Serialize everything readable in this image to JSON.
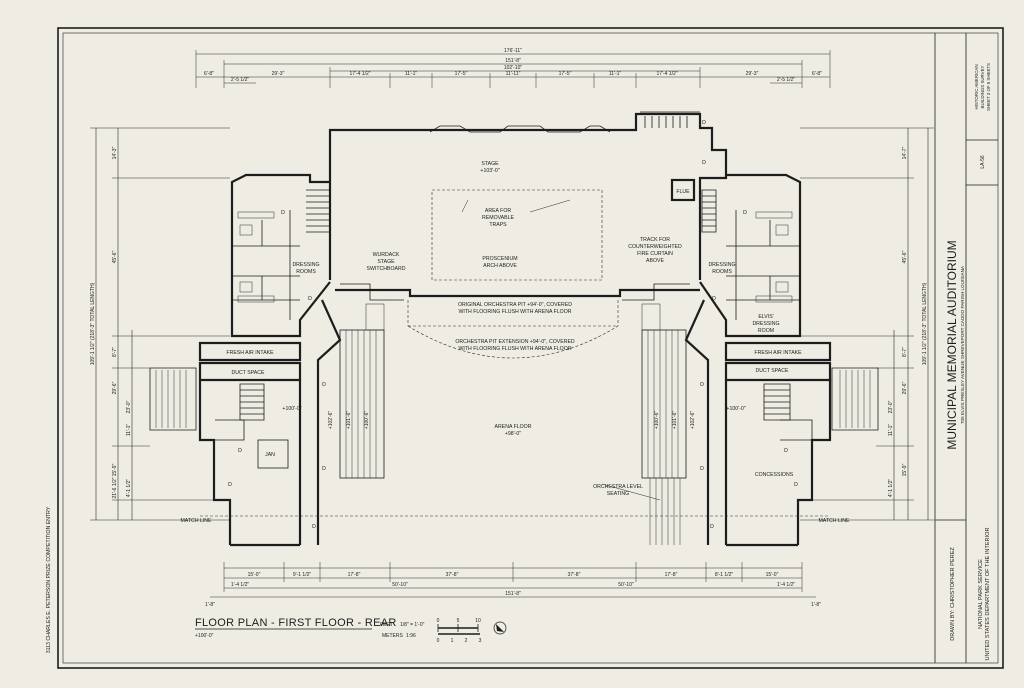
{
  "sheet": {
    "side_credit": "3113 CHARLES E. PETERSON PRIZE COMPETITION ENTRY",
    "drawing_title": "FLOOR PLAN - FIRST FLOOR - REAR",
    "elevation_note": "+100'-0\"",
    "scale": {
      "feet_label": "FEET",
      "feet_ratio": "1/8\" = 1'-0\"",
      "meters_label": "METERS",
      "meters_ratio": "1:96",
      "feet_ticks": [
        "0",
        "5",
        "10"
      ],
      "meters_ticks": [
        "0",
        "1",
        "2",
        "3"
      ]
    }
  },
  "title_block": {
    "project_title": "MUNICIPAL MEMORIAL AUDITORIUM",
    "address": "705 ELVIS PRESLEY AVENUE   SHREVEPORT   CADDO PARISH   LOUISIANA",
    "drawn_by": "DRAWN BY: CHRISTOPHER PEREZ",
    "agency_1": "NATIONAL PARK SERVICE",
    "agency_2": "UNITED STATES DEPARTMENT OF THE INTERIOR",
    "series_1": "HISTORIC AMERICAN",
    "series_2": "BUILDINGS SURVEY",
    "sheet_no": "SHEET 3 OF 5 SHEETS",
    "survey_no": "LA-56"
  },
  "rooms": {
    "stage": "STAGE",
    "stage_elev": "+103'-0\"",
    "traps_1": "AREA FOR",
    "traps_2": "REMOVABLE",
    "traps_3": "TRAPS",
    "switchboard_1": "WURDACK",
    "switchboard_2": "STAGE",
    "switchboard_3": "SWITCHBOARD",
    "proscenium_1": "PROSCENIUM",
    "proscenium_2": "ARCH ABOVE",
    "track_1": "TRACK FOR",
    "track_2": "COUNTERWEIGHTED",
    "track_3": "FIRE CURTAIN",
    "track_4": "ABOVE",
    "flue": "FLUE",
    "dressing_l_1": "DRESSING",
    "dressing_l_2": "ROOMS",
    "dressing_r_1": "DRESSING",
    "dressing_r_2": "ROOMS",
    "elvis_1": "ELVIS'",
    "elvis_2": "DRESSING",
    "elvis_3": "ROOM",
    "pit_orig_1": "ORIGINAL ORCHESTRA PIT +94'-0\", COVERED",
    "pit_orig_2": "WITH FLOORING FLUSH WITH ARENA FLOOR",
    "pit_ext_1": "ORCHESTRA PIT EXTENSION +94'-0\", COVERED",
    "pit_ext_2": "WITH FLOORING FLUSH WITH ARENA FLOOR",
    "fresh_air_l": "FRESH AIR INTAKE",
    "fresh_air_r": "FRESH AIR INTAKE",
    "duct_l": "DUCT SPACE",
    "duct_r": "DUCT SPACE",
    "arena_1": "ARENA FLOOR",
    "arena_2": "+98'-0\"",
    "elev_l": "+100'-0\"",
    "elev_r": "+100'-0\"",
    "jan": "JAN",
    "concessions": "CONCESSIONS",
    "orch_seat_1": "ORCHESTRA LEVEL",
    "orch_seat_2": "SEATING",
    "match_l": "MATCH LINE",
    "match_r": "MATCH LINE",
    "door_labels": [
      "D",
      "D",
      "D",
      "D",
      "D",
      "D",
      "D",
      "D",
      "D",
      "D",
      "D",
      "D",
      "D",
      "D",
      "D",
      "D"
    ],
    "tier_elevs": [
      "+102'-6\"",
      "+101'-6\"",
      "+100'-6\"",
      "+100'-6\"",
      "+101'-6\"",
      "+102'-6\""
    ]
  },
  "dimensions": {
    "top_overall": "176'-11\"",
    "top_overall_2": "151'-8\"",
    "top_center": "102'-10\"",
    "top_row": [
      "6'-8\"",
      "29'-3\"",
      "17'-4 1/2\"",
      "11'-1\"",
      "17'-5\"",
      "11'-11\"",
      "17'-5\"",
      "11'-1\"",
      "17'-4 1/2\"",
      "29'-3\"",
      "6'-8\""
    ],
    "top_small_l": "2'-5 1/2\"",
    "top_small_r": "2'-5 1/2\"",
    "bottom_row": [
      "15'-0\"",
      "9'-1 1/2\"",
      "17'-8\"",
      "37'-8\"",
      "37'-8\"",
      "17'-8\"",
      "8'-1 1/2\"",
      "15'-0\""
    ],
    "bottom_mid_l": "50'-10\"",
    "bottom_mid_r": "50'-10\"",
    "bottom_overall": "151'-8\"",
    "bottom_small_l": "1'-4 1/2\"",
    "bottom_small_r": "1'-4 1/2\"",
    "bottom_edge_l": "1'-8\"",
    "bottom_edge_r": "1'-8\"",
    "left_total": "109'-1 1/2\" (218'-3\" TOTAL LENGTH)",
    "right_total": "109'-1 1/2\" (218'-3\" TOTAL LENGTH)",
    "left_side": [
      "14'-3\"",
      "45'-6\"",
      "8'-7\"",
      "29'-6\"",
      "23'-0\"",
      "15'-9\"",
      "11'-1\"",
      "4'-1 1/2\"",
      "21'-6 1/2\""
    ],
    "right_side": [
      "14'-7\"",
      "45'-6\"",
      "8'-7\"",
      "29'-6\"",
      "23'-0\"",
      "15'-9\"",
      "11'-1\"",
      "4'-1 1/2\""
    ]
  }
}
